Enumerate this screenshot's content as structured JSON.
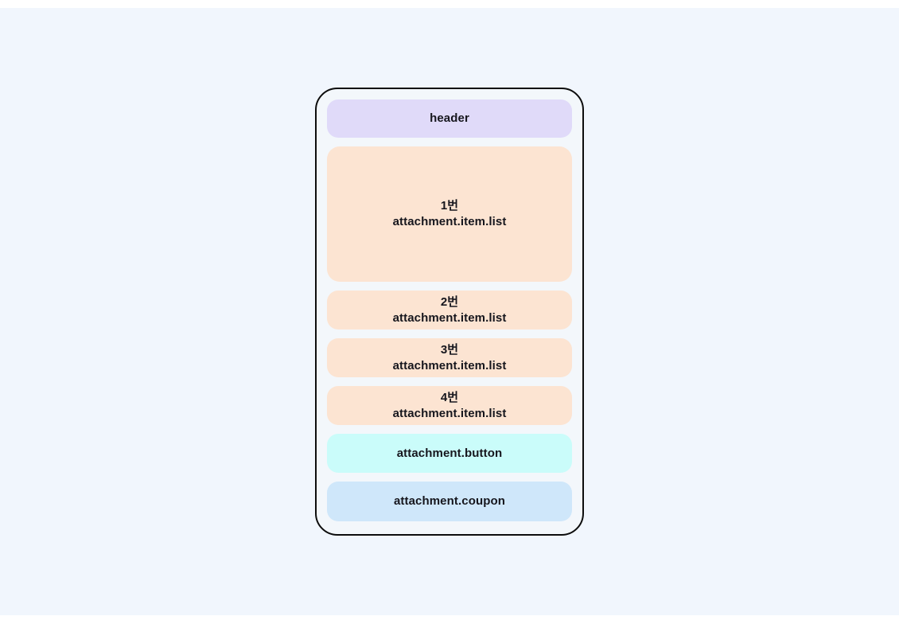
{
  "page": {
    "background": "#f1f6fd",
    "chrome_strip_color": "#ffffff"
  },
  "colors": {
    "frame_border": "#0d0d0d",
    "frame_background": "#f3f7fb",
    "header_background": "#e0daf9",
    "item_background": "#fce4d2",
    "button_background": "#cafcfa",
    "coupon_background": "#cfe7fa",
    "text": "#16161d"
  },
  "phone": {
    "header": {
      "label": "header"
    },
    "items": [
      {
        "line1": "1번",
        "line2": "attachment.item.list"
      },
      {
        "line1": "2번",
        "line2": "attachment.item.list"
      },
      {
        "line1": "3번",
        "line2": "attachment.item.list"
      },
      {
        "line1": "4번",
        "line2": "attachment.item.list"
      }
    ],
    "button": {
      "label": "attachment.button"
    },
    "coupon": {
      "label": "attachment.coupon"
    }
  }
}
